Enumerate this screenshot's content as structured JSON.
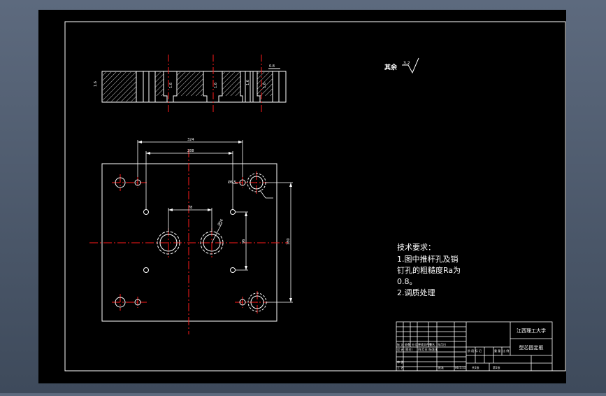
{
  "drawing": {
    "roughness_label": "其余",
    "roughness_value": "3.2",
    "tech_title": "技术要求：",
    "tech_lines": [
      "1.图中推杆孔及销",
      "钉孔的粗糙度Ra为",
      "0.8。",
      "2.调质处理"
    ],
    "dims": {
      "top_outer": "324",
      "top_inner": "288",
      "center_span": "78",
      "bore_dia": "Ø56",
      "side_small": "96",
      "side_big": "180",
      "pin_dia": "Ø6.5",
      "sec_left": "1.6",
      "sec_a": "1.6",
      "sec_b": "1.6",
      "sec_c": "1.6",
      "sec_d": "1.6",
      "sec_top": "0.8"
    }
  },
  "title_block": {
    "school": "江西理工大学",
    "part_name": "型芯固定板",
    "row_labels": [
      "标 记",
      "处数",
      "分 区",
      "更改文件号",
      "签名",
      "年月日"
    ],
    "design_row": [
      "设 计",
      "(签名)",
      "(年月日)",
      "标准化"
    ],
    "stage_labels": [
      "阶 段 标 记",
      "重 量",
      "比 例"
    ],
    "bottom_row": [
      "审 核",
      "工 艺",
      "批准",
      "共1张",
      "第1张"
    ],
    "date_value": "06.5.11"
  },
  "colors": {
    "background": "#000000",
    "frame": "#ffffff",
    "center_line": "#ff1a1a",
    "dimension": "#ffffff",
    "hatch": "#ffffff"
  }
}
